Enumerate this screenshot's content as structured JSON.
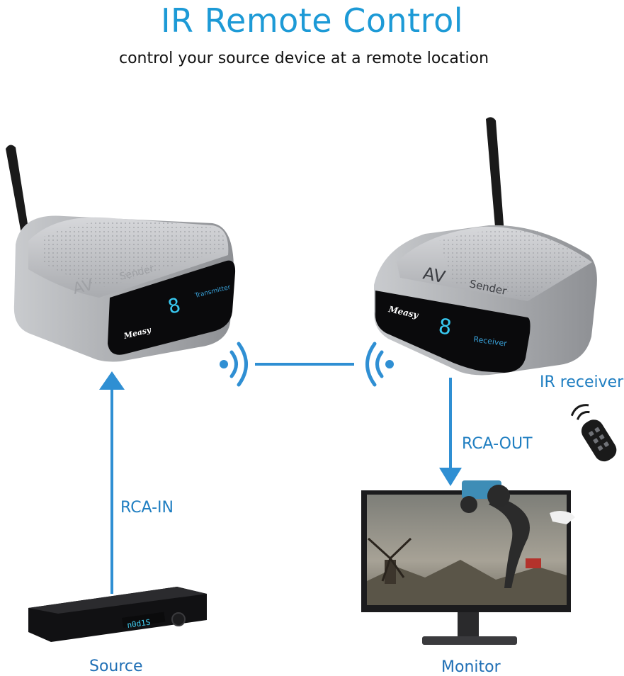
{
  "header": {
    "title": "IR Remote Control",
    "subtitle": "control your source device at a remote location"
  },
  "devices": {
    "sender_left": {
      "brand": "Measy",
      "model": "AV",
      "model_suffix": "Sender",
      "display_digit": "8",
      "panel_label": "Transmitter"
    },
    "sender_right": {
      "brand": "Measy",
      "model": "AV",
      "model_suffix": "Sender",
      "display_digit": "8",
      "panel_label": "Receiver"
    },
    "dvd_display": "n0d1S"
  },
  "labels": {
    "ir_receiver": "IR receiver",
    "rca_out": "RCA-OUT",
    "rca_in": "RCA-IN",
    "source": "Source",
    "monitor": "Monitor"
  },
  "colors": {
    "accent": "#1d9ad6",
    "arrow": "#2f8fd3",
    "device_silver": "#b4b6ba",
    "panel_black": "#0a0a0c",
    "lcd_blue": "#38c8f0"
  }
}
